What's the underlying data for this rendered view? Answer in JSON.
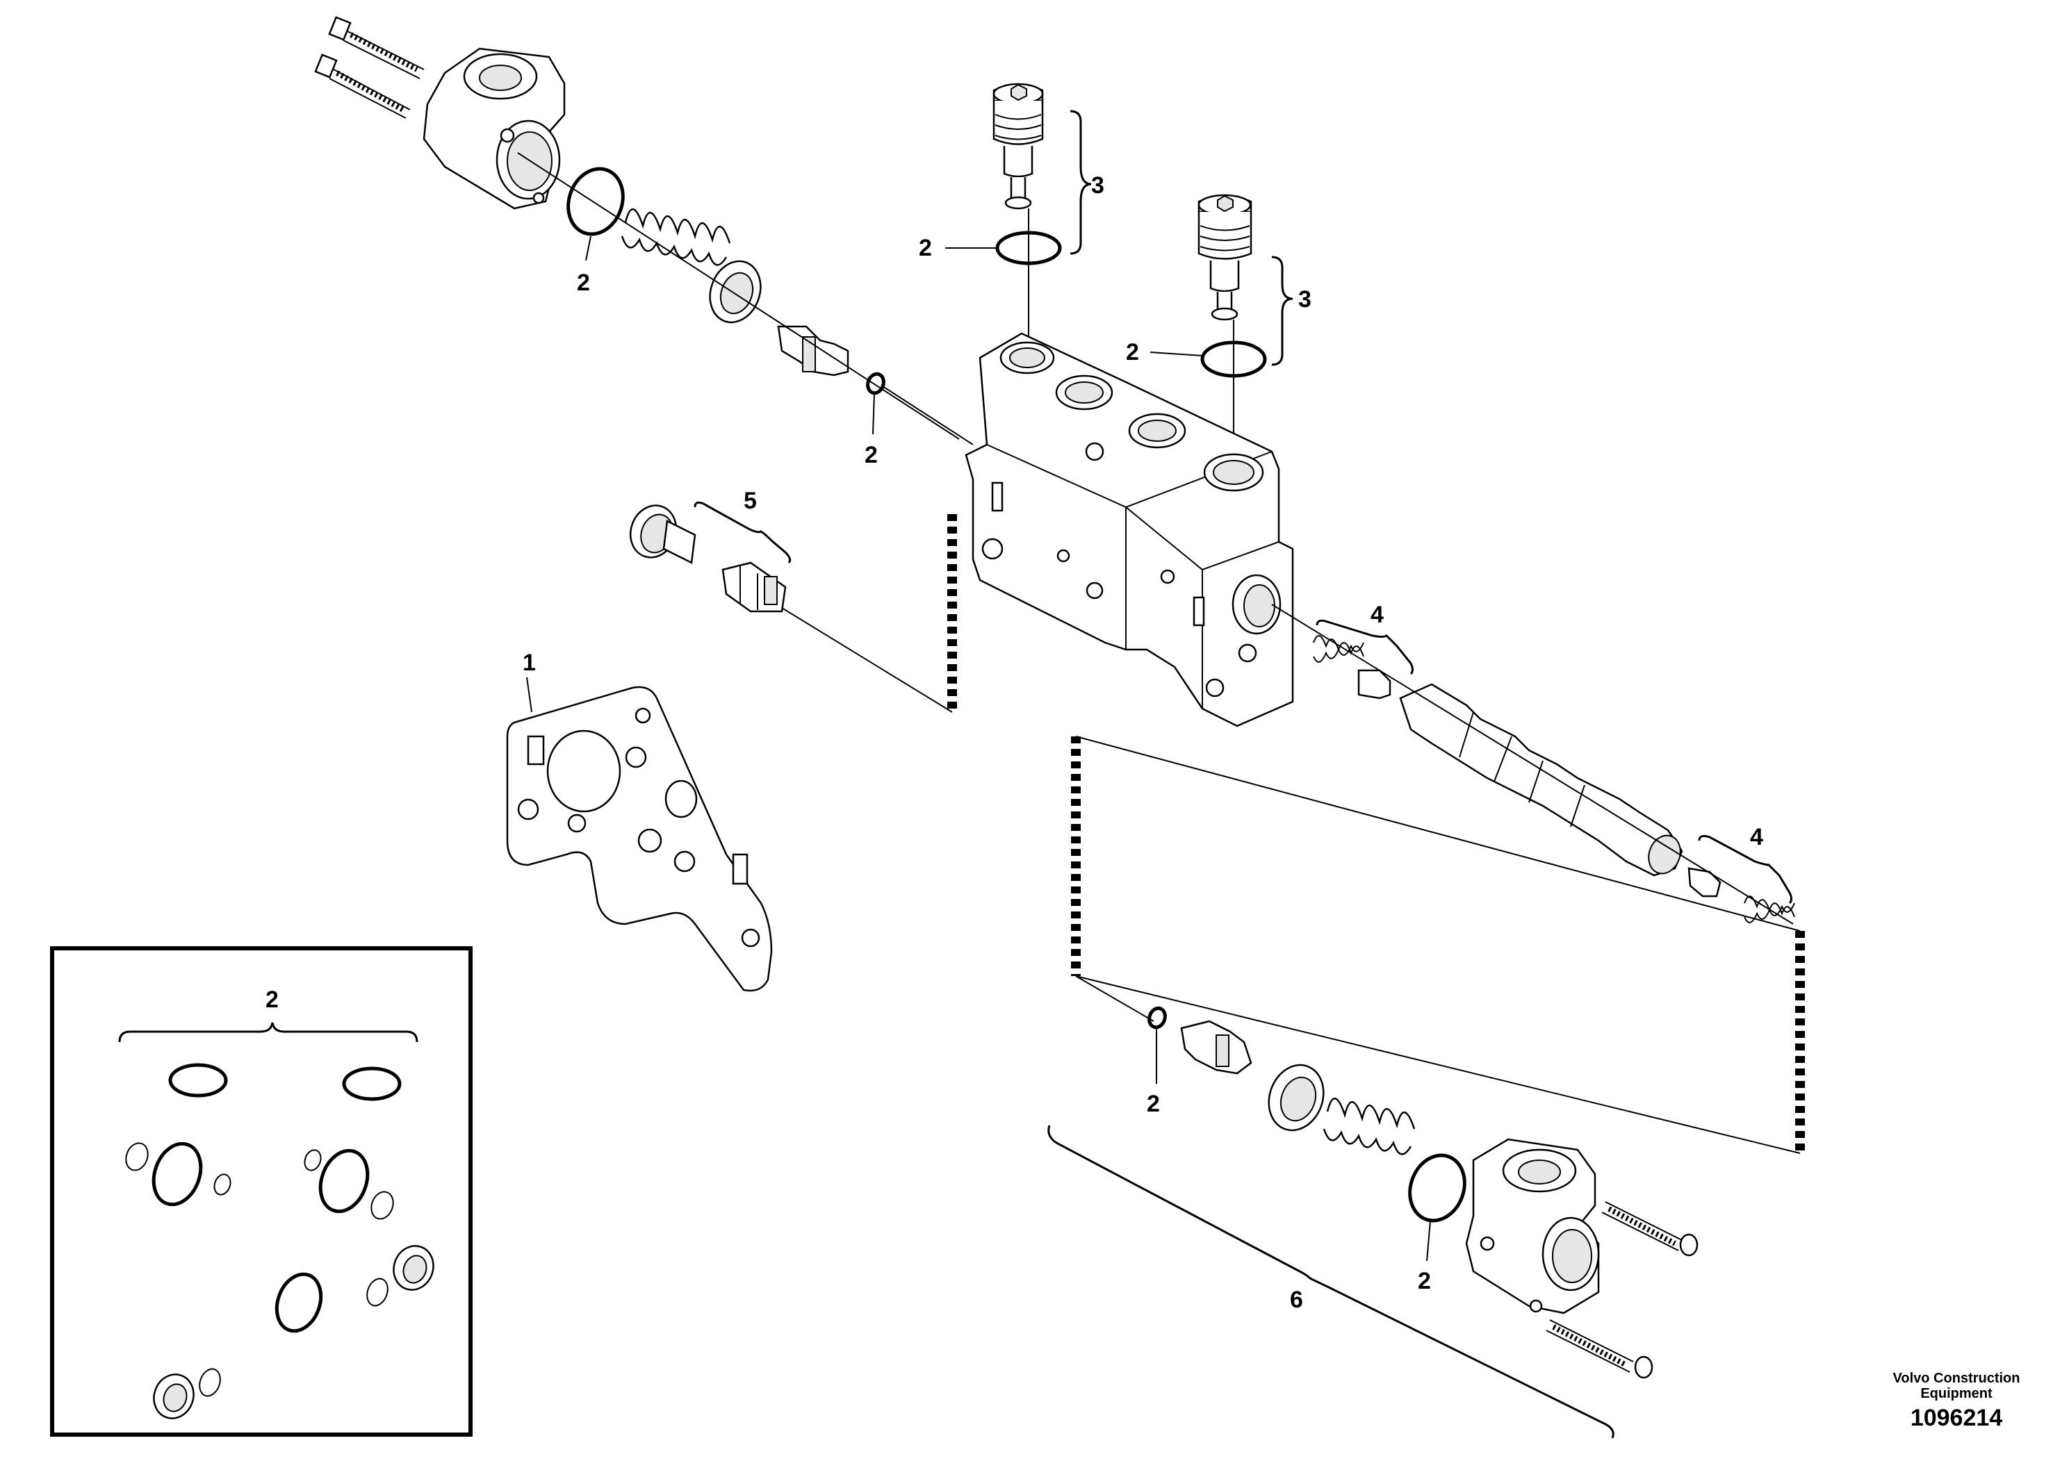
{
  "callouts": {
    "c1": "1",
    "c2a": "2",
    "c2b": "2",
    "c2c": "2",
    "c2d": "2",
    "c2e": "2",
    "c2f": "2",
    "c2g": "2",
    "c3a": "3",
    "c3b": "3",
    "c4a": "4",
    "c4b": "4",
    "c5": "5",
    "c6": "6"
  },
  "inset": {
    "label": "2"
  },
  "watermark": {
    "line1": "Volvo Construction",
    "line2": "Equipment",
    "doc_number": "1096214"
  }
}
